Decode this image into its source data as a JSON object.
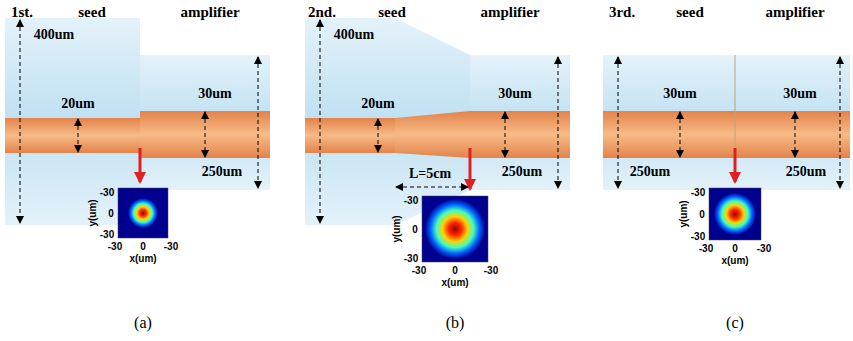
{
  "diagram": {
    "labels": [
      "1st.",
      "seed",
      "amplifier",
      "400um",
      "20um",
      "30um",
      "250um",
      "-30",
      "0",
      "-30",
      "y(um)",
      "-30",
      "0",
      "-30",
      "x(um)",
      "(a)",
      "2nd.",
      "seed",
      "amplifier",
      "400um",
      "20um",
      "L=5cm",
      "30um",
      "250um",
      "-30",
      "0",
      "-30",
      "y(um)",
      "-30",
      "0",
      "-30",
      "x(um)",
      "(b)",
      "3rd.",
      "seed",
      "amplifier",
      "30um",
      "250um",
      "30um",
      "250um",
      "-30",
      "0",
      "-30",
      "y(um)",
      "-30",
      "0",
      "-30",
      "x(um)",
      "(c)"
    ]
  }
}
